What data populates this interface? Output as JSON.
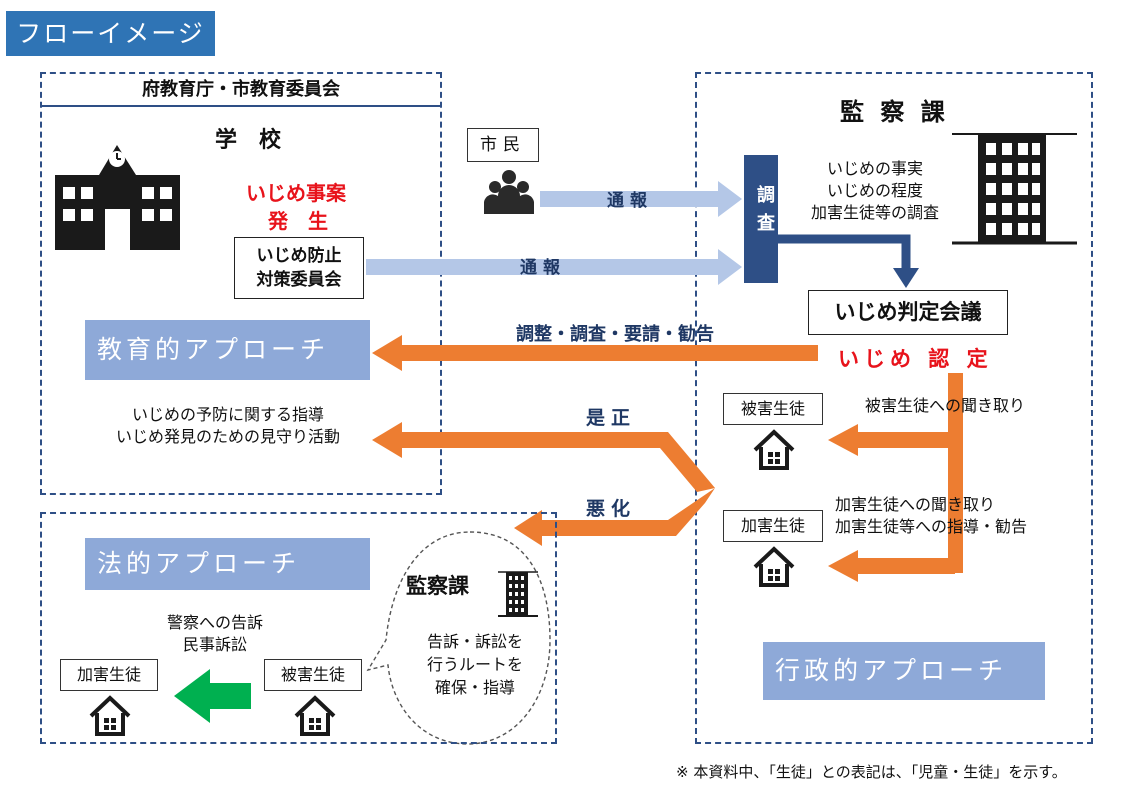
{
  "header": {
    "title": "フローイメージ"
  },
  "left_panel": {
    "org_title": "府教育庁・市教育委員会",
    "school_title": "学　校",
    "incident": [
      "いじめ事案",
      "発　生"
    ],
    "committee": [
      "いじめ防止",
      "対策委員会"
    ],
    "edu_approach": "教育的アプローチ",
    "edu_guidance": [
      "いじめの予防に関する指導",
      "いじめ発見のための見守り活動"
    ]
  },
  "citizen": {
    "label": "市民"
  },
  "flows": {
    "report1": "通報",
    "report2": "通報",
    "coordinate": "調整・調査・要請・勧告",
    "correction": "是正",
    "worsening": "悪化"
  },
  "right_panel": {
    "title": "監 察 課",
    "investigation_tab": "調査",
    "investigation_items": [
      "いじめの事実",
      "いじめの程度",
      "加害生徒等の調査"
    ],
    "judgment_meeting": "いじめ判定会議",
    "bullying_recognized": "いじめ 認 定",
    "victim_label": "被害生徒",
    "victim_hearing": "被害生徒への聞き取り",
    "perpetrator_label": "加害生徒",
    "perpetrator_actions": [
      "加害生徒への聞き取り",
      "加害生徒等への指導・勧告"
    ],
    "admin_approach": "行政的アプローチ"
  },
  "legal_panel": {
    "legal_approach": "法的アプローチ",
    "legal_actions": [
      "警察への告訴",
      "民事訴訟"
    ],
    "perpetrator_label": "加害生徒",
    "victim_label": "被害生徒",
    "bubble_title": "監察課",
    "bubble_text": [
      "告訴・訴訟を",
      "行うルートを",
      "確保・指導"
    ]
  },
  "footnote": "※ 本資料中、「生徒」との表記は、「児童・生徒」を示す。",
  "colors": {
    "orange": "#ed7d31",
    "light_blue": "#b4c7e7",
    "navy": "#2e4f86",
    "green": "#00b050",
    "red": "#e8131b"
  }
}
